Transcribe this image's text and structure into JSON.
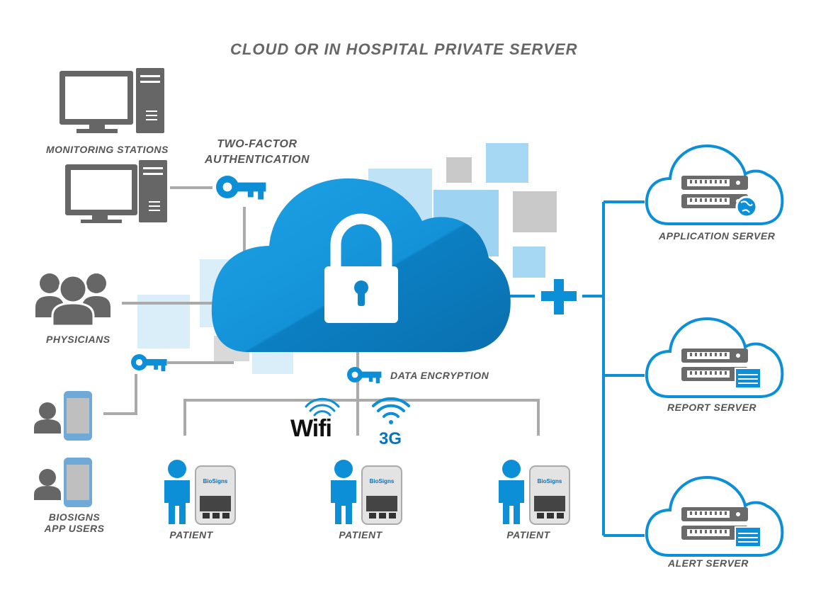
{
  "title": "CLOUD OR IN HOSPITAL PRIVATE SERVER",
  "labels": {
    "monitoring_stations": "MONITORING STATIONS",
    "two_factor_line1": "TWO-FACTOR",
    "two_factor_line2": "AUTHENTICATION",
    "physicians": "PHYSICIANS",
    "app_users_line1": "BIOSIGNS",
    "app_users_line2": "APP USERS",
    "data_encryption": "DATA ENCRYPTION",
    "wifi": "Wifi",
    "network_3g": "3G",
    "device_brand": "BioSigns",
    "patients": [
      "PATIENT",
      "PATIENT",
      "PATIENT"
    ],
    "servers": {
      "application": "APPLICATION SERVER",
      "report": "REPORT SERVER",
      "alert": "ALERT SERVER"
    }
  },
  "colors": {
    "accent": "#0c8fd6",
    "cloud_light": "#1a9be0",
    "cloud_dark": "#0a78bd",
    "icon_gray": "#666666",
    "line_gray": "#aaaaaa",
    "square_light": "#aad8f2",
    "square_gray": "#c9c9c9"
  }
}
